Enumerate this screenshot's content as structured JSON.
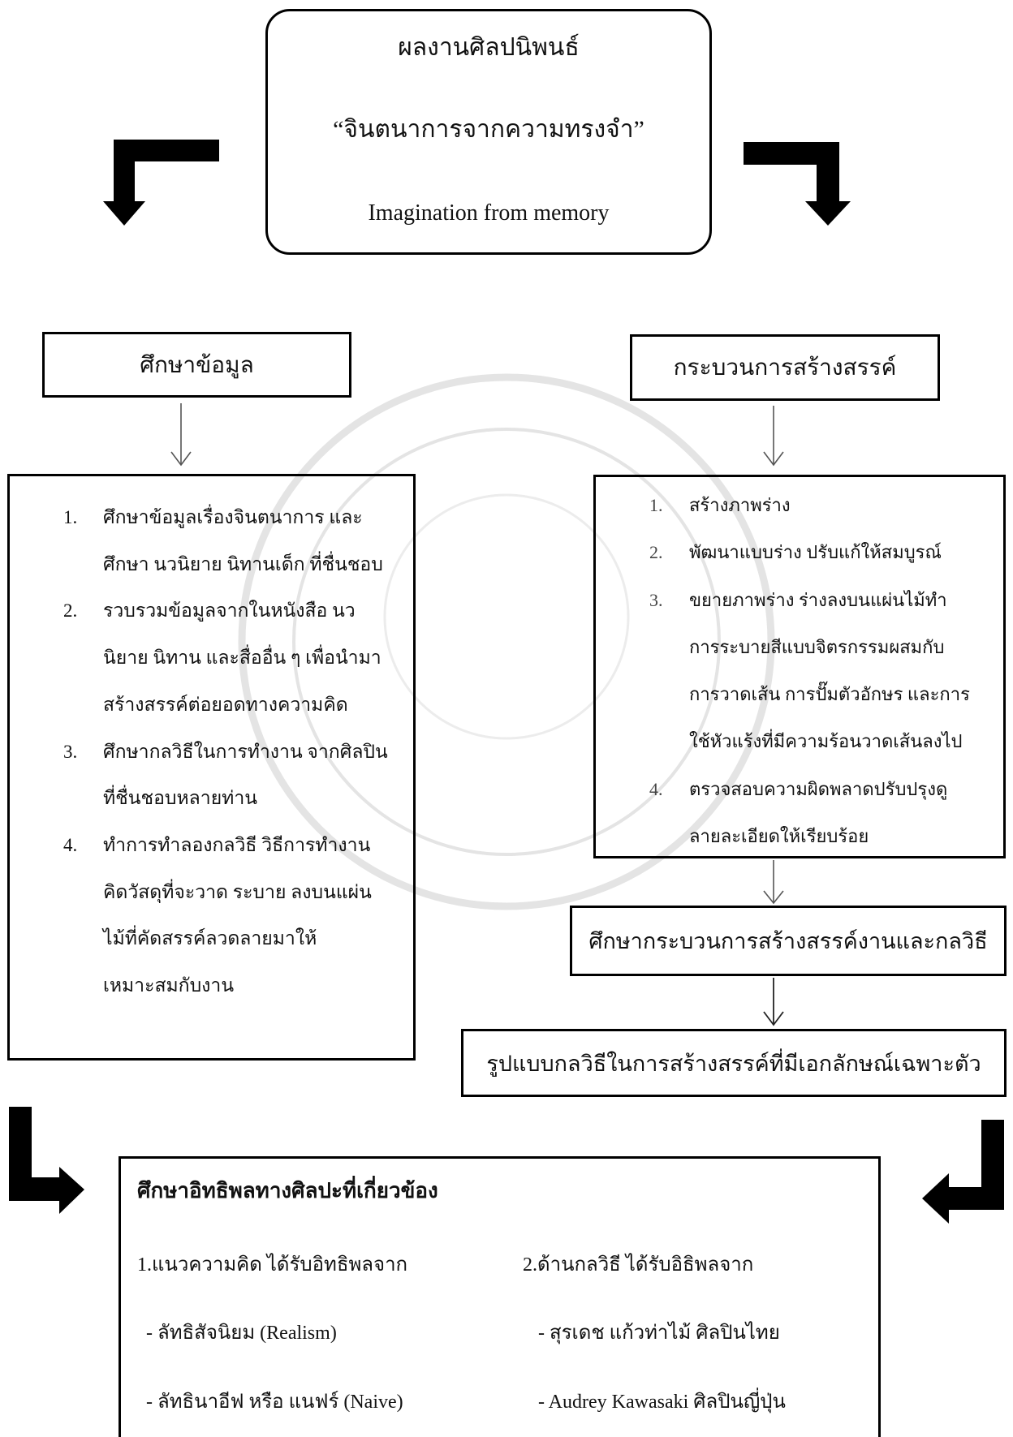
{
  "title_box": {
    "title": "ผลงานศิลปนิพนธ์",
    "thai_name": "“จินตนาการจากความทรงจำ”",
    "english_name": "Imagination from memory"
  },
  "research": {
    "heading": "ศึกษาข้อมูล",
    "steps": [
      {
        "number": "1.",
        "lines": [
          "ศึกษาข้อมูลเรื่องจินตนาการ และ",
          "ศึกษา นวนิยาย นิทานเด็ก ที่ชื่นชอบ"
        ]
      },
      {
        "number": "2.",
        "lines": [
          "รวบรวมข้อมูลจากในหนังสือ นว",
          "นิยาย นิทาน และสื่ออื่น ๆ เพื่อนำมา",
          "สร้างสรรค์ต่อยอดทางความคิด"
        ]
      },
      {
        "number": "3.",
        "lines": [
          "ศึกษากลวิธีในการทำงาน จากศิลปิน",
          "ที่ชื่นชอบหลายท่าน"
        ]
      },
      {
        "number": "4.",
        "lines": [
          "ทำการทำลองกลวิธี วิธีการทำงาน",
          "คิดวัสดุที่จะวาด ระบาย ลงบนแผ่น",
          "ไม้ที่คัดสรรค์ลวดลายมาให้",
          "เหมาะสมกับงาน"
        ]
      }
    ]
  },
  "creation": {
    "heading": "กระบวนการสร้างสรรค์",
    "steps": [
      {
        "number": "1.",
        "lines": [
          "สร้างภาพร่าง"
        ]
      },
      {
        "number": "2.",
        "lines": [
          "พัฒนาแบบร่าง ปรับแก้ให้สมบูรณ์"
        ]
      },
      {
        "number": "3.",
        "lines": [
          "ขยายภาพร่าง ร่างลงบนแผ่นไม้ทำ",
          "การระบายสีแบบจิตรกรรมผสมกับ",
          "การวาดเส้น การปั๊มตัวอักษร และการ",
          "ใช้หัวแร้งที่มีความร้อนวาดเส้นลงไป"
        ]
      },
      {
        "number": "4.",
        "lines": [
          "ตรวจสอบความผิดพลาดปรับปรุงดู",
          "ลายละเอียดให้เรียบร้อย"
        ]
      }
    ]
  },
  "study_process": "ศึกษากระบวนการสร้างสรรค์งานและกลวิธี",
  "outcome": "รูปแบบกลวิธีในการสร้างสรรค์ที่มีเอกลักษณ์เฉพาะตัว",
  "influences": {
    "heading": "ศึกษาอิทธิพลทางศิลปะที่เกี่ยวข้อง",
    "concept": {
      "title": "1.แนวความคิด ได้รับอิทธิพลจาก",
      "items": [
        "- ลัทธิสัจนิยม (Realism)",
        "- ลัทธินาอีฟ หรือ แนฟร์ (Naive)"
      ]
    },
    "technique": {
      "title": "2.ด้านกลวิธี ได้รับอิธิพลจาก",
      "items": [
        "- สุรเดช แก้วท่าไม้ ศิลปินไทย",
        "- Audrey Kawasaki ศิลปินญี่ปุ่น"
      ]
    }
  },
  "colors": {
    "ink": "#000000",
    "background": "#ffffff",
    "connector": "#555555",
    "watermark": "#e4e4e4"
  }
}
